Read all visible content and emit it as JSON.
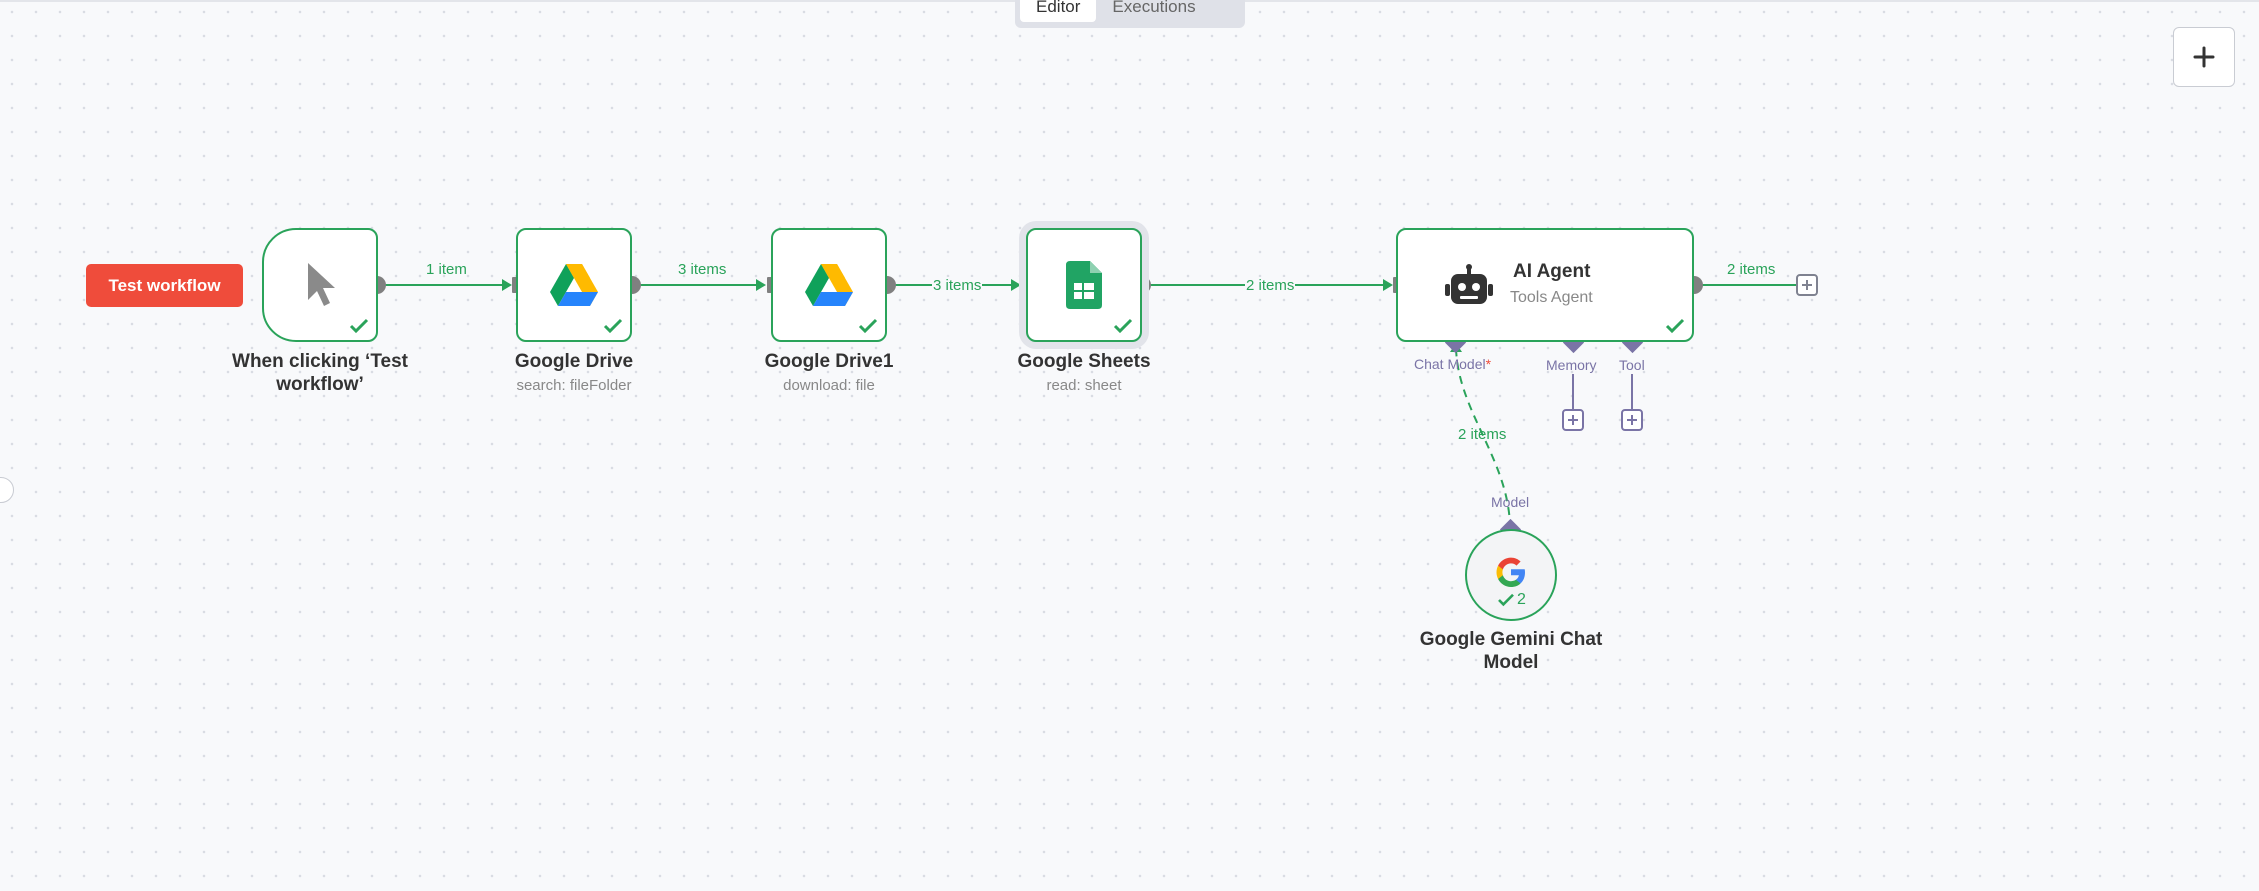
{
  "tabs": {
    "editor": "Editor",
    "executions": "Executions",
    "active": "Editor"
  },
  "toolbar": {
    "test_workflow_label": "Test workflow",
    "add_node_icon": "plus-icon"
  },
  "nodes": {
    "trigger": {
      "title": "When clicking ‘Test workflow’",
      "icon": "cursor-pointer-icon",
      "status": "success"
    },
    "drive": {
      "title": "Google Drive",
      "subtitle": "search: fileFolder",
      "icon": "google-drive-icon",
      "status": "success"
    },
    "drive1": {
      "title": "Google Drive1",
      "subtitle": "download: file",
      "icon": "google-drive-icon",
      "status": "success"
    },
    "sheets": {
      "title": "Google Sheets",
      "subtitle": "read: sheet",
      "icon": "google-sheets-icon",
      "status": "success"
    },
    "agent": {
      "title": "AI Agent",
      "subtitle": "Tools Agent",
      "icon": "robot-icon",
      "status": "success"
    },
    "gemini": {
      "title": "Google Gemini Chat Model",
      "icon": "google-g-icon",
      "run_count": "2",
      "status": "success"
    }
  },
  "edges": {
    "trigger_to_drive": "1 item",
    "drive_to_drive1": "3 items",
    "drive1_to_sheets": "3 items",
    "sheets_to_agent": "2 items",
    "agent_output": "2 items",
    "gemini_to_agent": "2 items"
  },
  "ports": {
    "chat_model": "Chat Model",
    "chat_model_required": "*",
    "memory": "Memory",
    "tool": "Tool",
    "model": "Model"
  },
  "colors": {
    "success": "#2aa35a",
    "test_button": "#ef4c3b",
    "sub_port": "#7a74a6",
    "port": "#808080"
  }
}
